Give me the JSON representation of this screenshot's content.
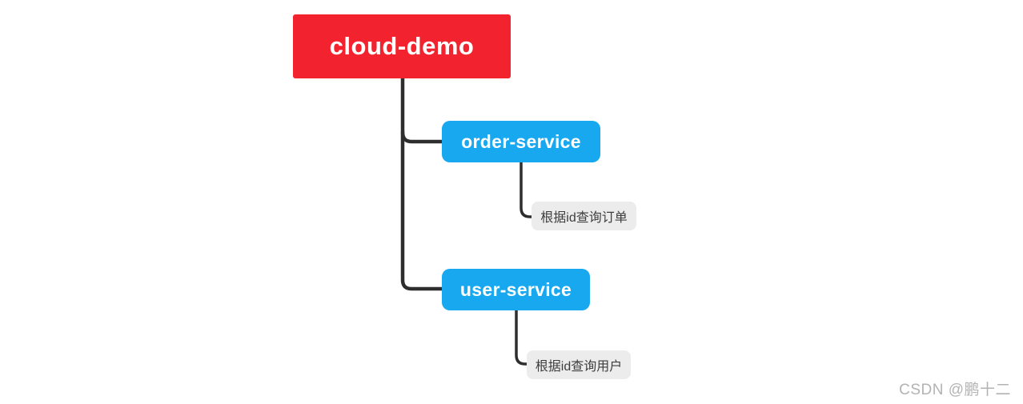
{
  "mindmap": {
    "root": {
      "label": "cloud-demo",
      "color": "#f2232e",
      "text_color": "#ffffff"
    },
    "branches": [
      {
        "label": "order-service",
        "color": "#18a8f0",
        "text_color": "#ffffff",
        "children": [
          {
            "label": "根据id查询订单",
            "color": "#ececec",
            "text_color": "#3d3d3d"
          }
        ]
      },
      {
        "label": "user-service",
        "color": "#18a8f0",
        "text_color": "#ffffff",
        "children": [
          {
            "label": "根据id查询用户",
            "color": "#ececec",
            "text_color": "#3d3d3d"
          }
        ]
      }
    ],
    "connector_color": "#2e2e2e"
  },
  "watermark": {
    "text": "CSDN @鹏十二",
    "color": "#b3b3b3"
  }
}
